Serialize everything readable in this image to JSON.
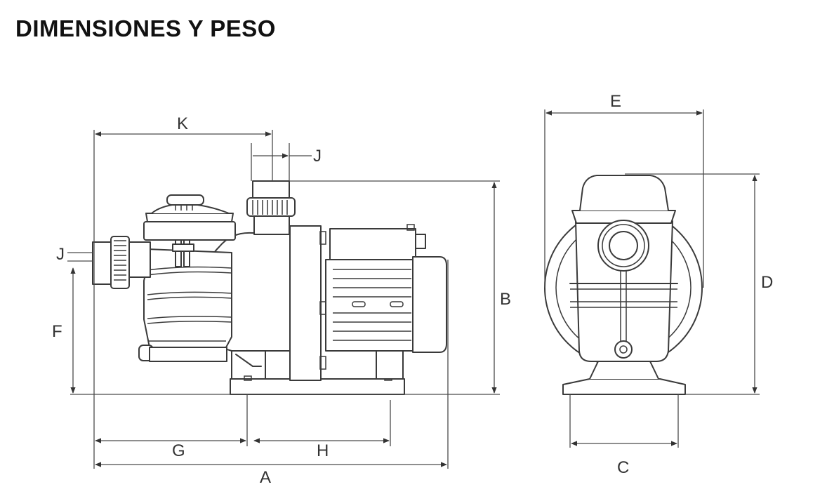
{
  "title": "DIMENSIONES Y PESO",
  "dimension_labels": {
    "A": "A",
    "B": "B",
    "C": "C",
    "D": "D",
    "E": "E",
    "F": "F",
    "G": "G",
    "H": "H",
    "J": "J",
    "K": "K"
  },
  "colors": {
    "line": "#3a3a3a",
    "text": "#111111",
    "background": "#ffffff"
  }
}
